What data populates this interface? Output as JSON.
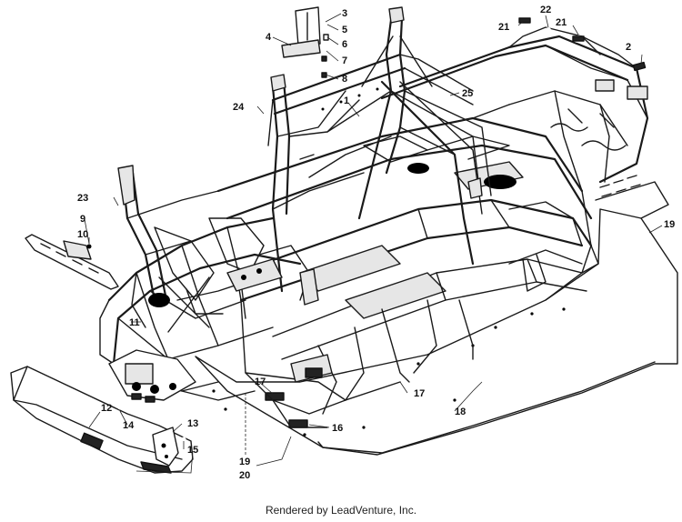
{
  "footer": {
    "credit": "Rendered by LeadVenture, Inc."
  },
  "callouts": [
    {
      "id": "c1",
      "text": "1"
    },
    {
      "id": "c2",
      "text": "2"
    },
    {
      "id": "c3",
      "text": "3"
    },
    {
      "id": "c4",
      "text": "4"
    },
    {
      "id": "c5",
      "text": "5"
    },
    {
      "id": "c6",
      "text": "6"
    },
    {
      "id": "c7",
      "text": "7"
    },
    {
      "id": "c8",
      "text": "8"
    },
    {
      "id": "c9",
      "text": "9"
    },
    {
      "id": "c10",
      "text": "10"
    },
    {
      "id": "c11",
      "text": "11"
    },
    {
      "id": "c12",
      "text": "12"
    },
    {
      "id": "c13",
      "text": "13"
    },
    {
      "id": "c14",
      "text": "14"
    },
    {
      "id": "c15",
      "text": "15"
    },
    {
      "id": "c16",
      "text": "16"
    },
    {
      "id": "c17a",
      "text": "17"
    },
    {
      "id": "c17b",
      "text": "17"
    },
    {
      "id": "c18",
      "text": "18"
    },
    {
      "id": "c19a",
      "text": "19"
    },
    {
      "id": "c19b",
      "text": "19"
    },
    {
      "id": "c20",
      "text": "20"
    },
    {
      "id": "c21a",
      "text": "21"
    },
    {
      "id": "c21b",
      "text": "21"
    },
    {
      "id": "c22",
      "text": "22"
    },
    {
      "id": "c23",
      "text": "23"
    },
    {
      "id": "c24",
      "text": "24"
    },
    {
      "id": "c25",
      "text": "25"
    }
  ]
}
